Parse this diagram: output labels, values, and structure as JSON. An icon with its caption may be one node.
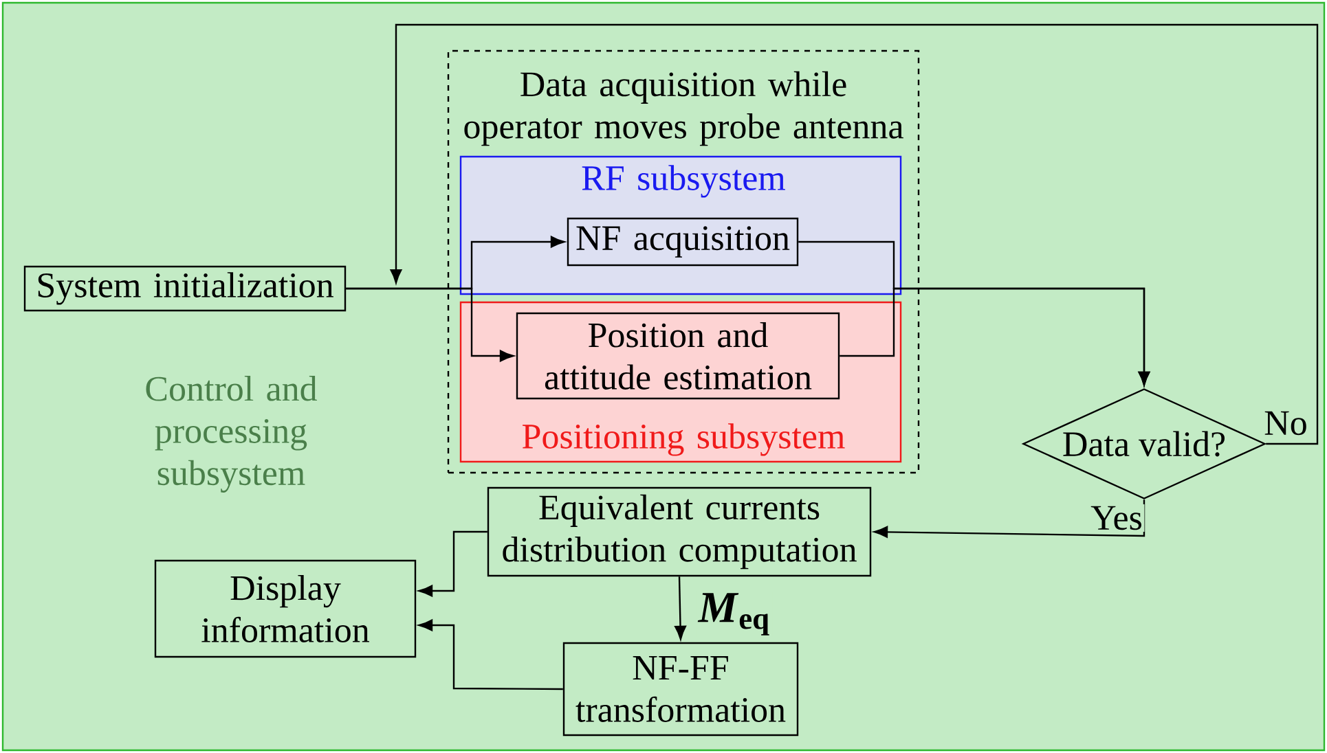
{
  "diagram": {
    "nodes": [
      {
        "text": [
          "Control and processing subsystem"
        ]
      },
      {
        "text": [
          "Data acquisition while operator moves probe antenna"
        ],
        "in": 0
      },
      {
        "text": [
          "RF subsystem"
        ],
        "in": 1
      },
      {
        "text": [
          "NF acquisition"
        ],
        "in": 2
      },
      {
        "text": [
          "Positioning subsystem"
        ],
        "in": 1
      },
      {
        "text": [
          "Position and attitude estimation"
        ],
        "in": 4
      },
      {
        "text": [
          "System initialization"
        ],
        "in": 0
      },
      {
        "text": [
          "Data valid?"
        ],
        "in": 0
      },
      {
        "text": [
          "Equivalent currents distribution computation"
        ],
        "in": 0
      },
      {
        "text": [
          "Display information"
        ],
        "in": 0
      },
      {
        "text": [
          "NF-FF transformation"
        ],
        "in": 0
      }
    ],
    "edges": [
      {
        "from": 6,
        "to": 3,
        "arrow": "to"
      },
      {
        "from": 6,
        "to": 5,
        "arrow": "to"
      },
      {
        "from": 3,
        "to": 7,
        "arrow": "to"
      },
      {
        "from": 5,
        "to": 7,
        "arrow": "to"
      },
      {
        "from": 7,
        "to": null,
        "arrow": "to",
        "label": "No"
      },
      {
        "from": 7,
        "to": 8,
        "arrow": "to",
        "label": "Yes"
      },
      {
        "from": 8,
        "to": 9,
        "arrow": "to"
      },
      {
        "from": 8,
        "to": 10,
        "arrow": "to",
        "label": "*M*$_{eq}$"
      },
      {
        "from": 10,
        "to": 9,
        "arrow": "to"
      }
    ]
  }
}
